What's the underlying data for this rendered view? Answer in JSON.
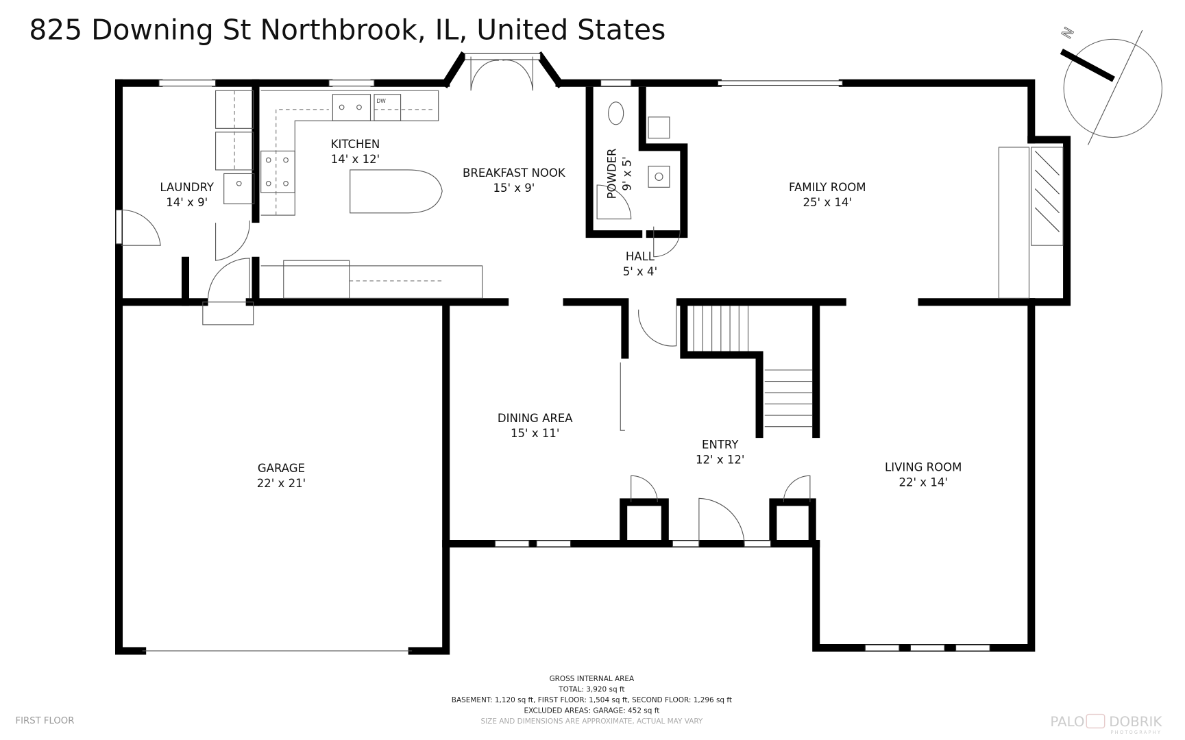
{
  "title": "825 Downing St Northbrook, IL, United States",
  "compass": {
    "label": "N",
    "icon": "compass-icon"
  },
  "rooms": {
    "laundry": {
      "name": "LAUNDRY",
      "size": "14' x 9'"
    },
    "kitchen": {
      "name": "KITCHEN",
      "size": "14' x 12'"
    },
    "breakfast_nook": {
      "name": "BREAKFAST NOOK",
      "size": "15' x 9'"
    },
    "powder": {
      "name": "POWDER",
      "size": "9' x 5'"
    },
    "family_room": {
      "name": "FAMILY ROOM",
      "size": "25' x 14'"
    },
    "hall": {
      "name": "HALL",
      "size": "5' x 4'"
    },
    "garage": {
      "name": "GARAGE",
      "size": "22' x 21'"
    },
    "dining_area": {
      "name": "DINING AREA",
      "size": "15' x 11'"
    },
    "entry": {
      "name": "ENTRY",
      "size": "12' x 12'"
    },
    "living_room": {
      "name": "LIVING ROOM",
      "size": "22' x 14'"
    }
  },
  "appliance_labels": {
    "dishwasher": "DW"
  },
  "footer": {
    "line1": "GROSS INTERNAL AREA",
    "line2": "TOTAL: 3,920 sq ft",
    "line3": "BASEMENT: 1,120 sq ft, FIRST FLOOR: 1,504 sq ft, SECOND FLOOR: 1,296 sq ft",
    "line4": "EXCLUDED AREAS: GARAGE: 452 sq ft",
    "disclaimer": "SIZE AND DIMENSIONS ARE APPROXIMATE, ACTUAL MAY VARY",
    "floor_name": "FIRST FLOOR"
  },
  "logo": {
    "text_left": "PALO",
    "text_right": "DOBRIK",
    "subtext": "PHOTOGRAPHY"
  }
}
